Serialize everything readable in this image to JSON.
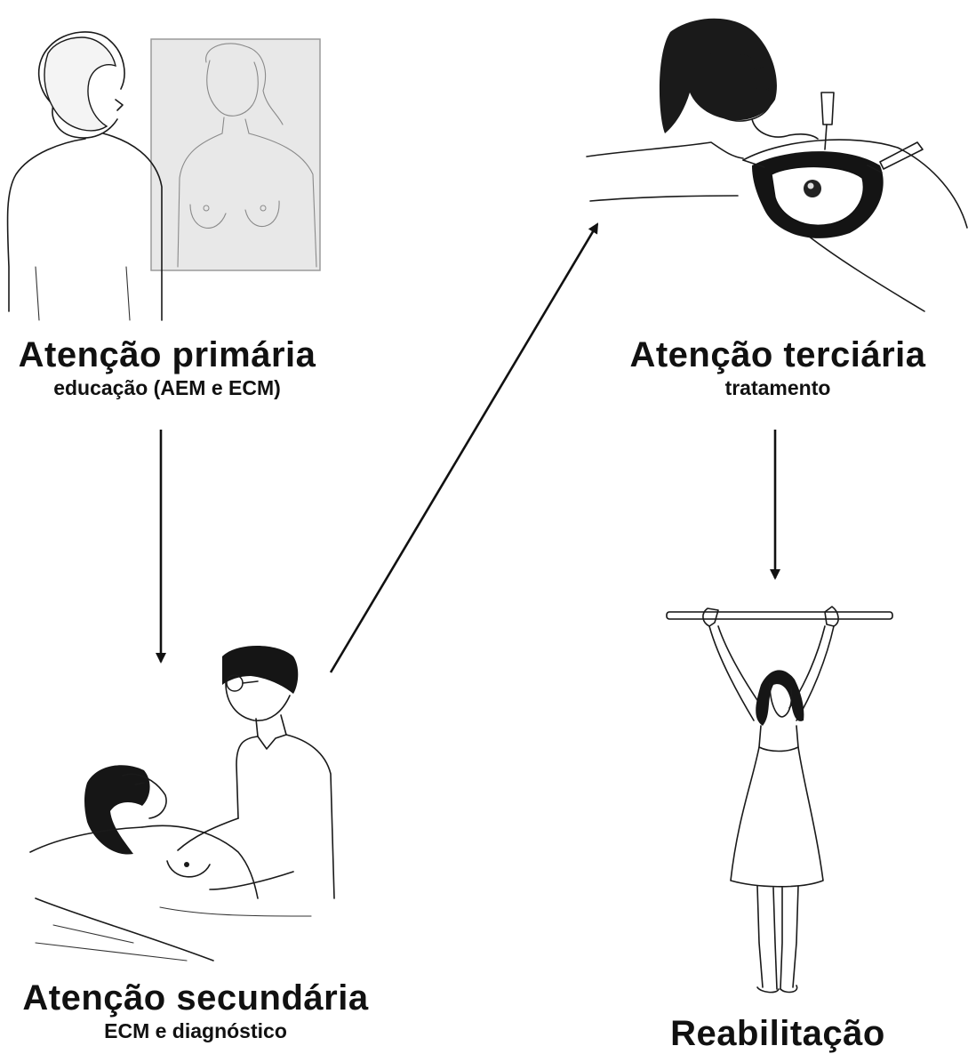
{
  "stages": {
    "primary": {
      "title": "Atenção primária",
      "subtitle": "educação (AEM e ECM)"
    },
    "secondary": {
      "title": "Atenção secundária",
      "subtitle": "ECM e diagnóstico"
    },
    "tertiary": {
      "title": "Atenção terciária",
      "subtitle": "tratamento"
    },
    "rehab": {
      "title": "Reabilitação"
    }
  },
  "colors": {
    "ink": "#111111",
    "mirror": "#e8e8e8",
    "background": "#ffffff"
  }
}
